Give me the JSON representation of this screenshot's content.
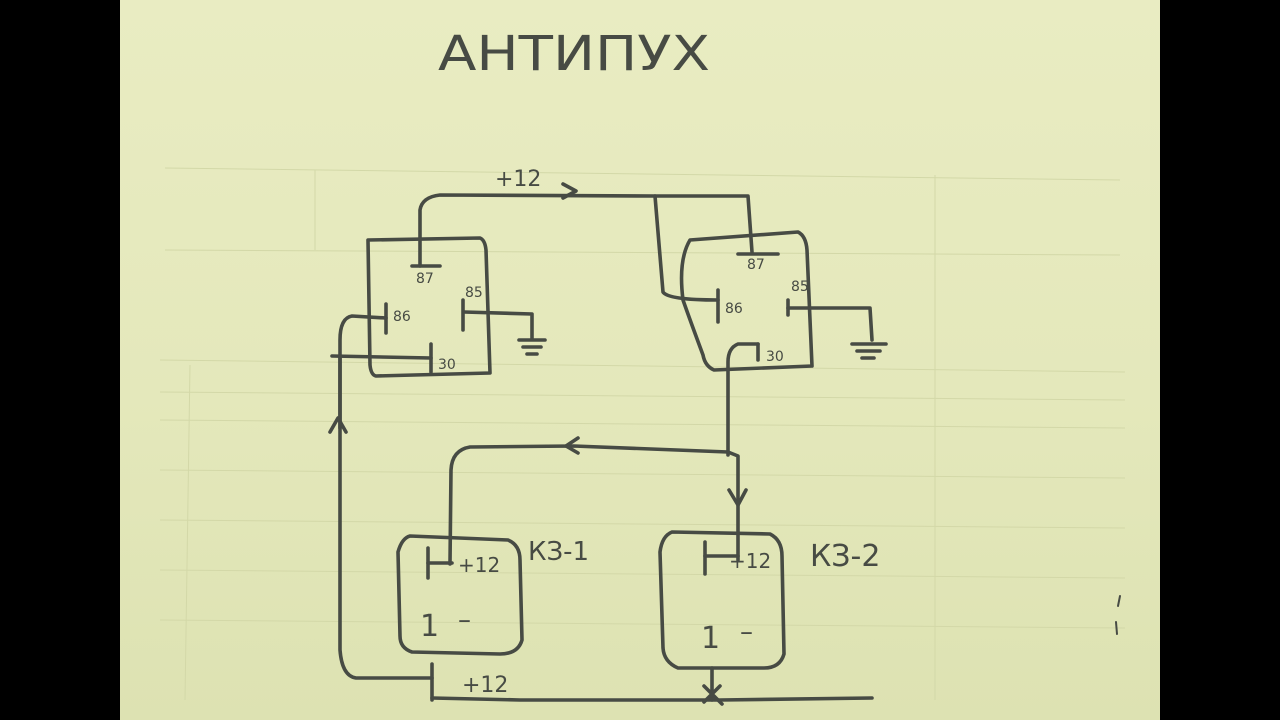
{
  "diagram": {
    "title": "АНТИПУХ",
    "supply_label": "+12",
    "bottom_supply_label": "+12",
    "relay_left": {
      "pin87": "87",
      "pin86": "86",
      "pin85": "85",
      "pin30": "30"
    },
    "relay_right": {
      "pin87": "87",
      "pin86": "86",
      "pin85": "85",
      "pin30": "30"
    },
    "unit_left": {
      "name": "КЗ-1",
      "plus": "+12",
      "minus": "–",
      "minus_pin": "1"
    },
    "unit_right": {
      "name": "КЗ-2",
      "plus": "+12",
      "minus": "–",
      "minus_pin": "1"
    }
  },
  "colors": {
    "paper": "#e6e9bd",
    "ink": "#474b44",
    "background": "#000000"
  }
}
